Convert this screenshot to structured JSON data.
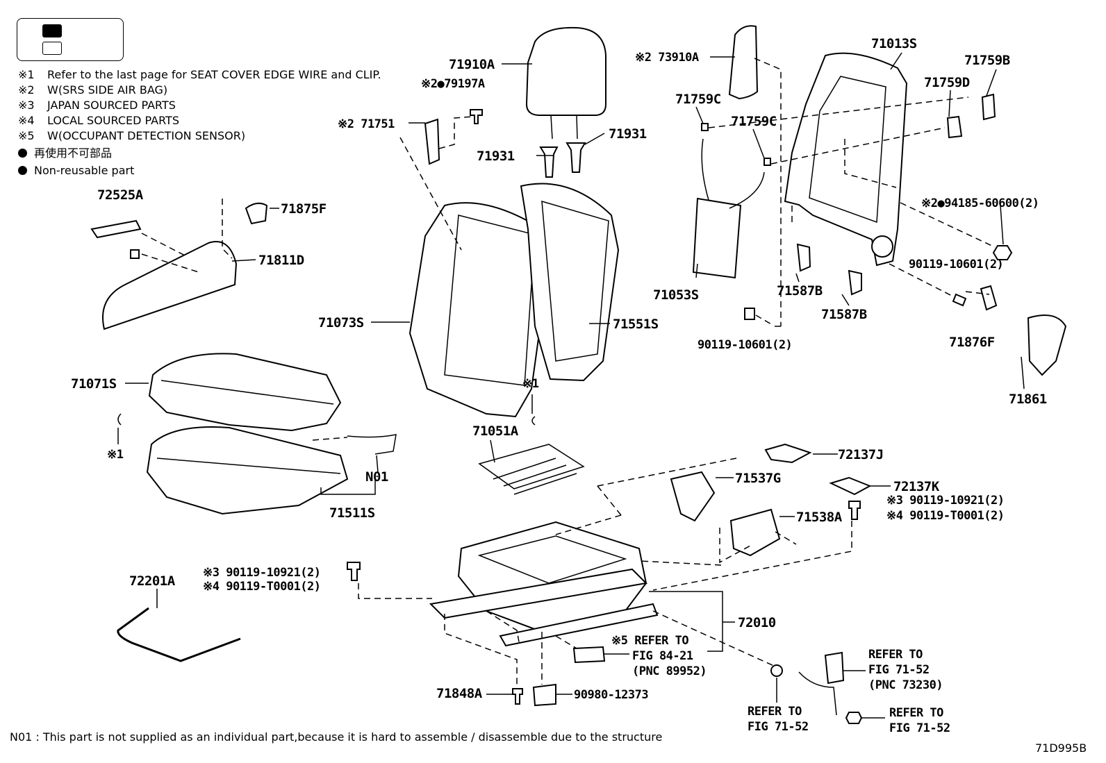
{
  "legend": {
    "notes": [
      {
        "mark": "※1",
        "text": "Refer to the last page for SEAT COVER EDGE WIRE and CLIP."
      },
      {
        "mark": "※2",
        "text": "W(SRS SIDE AIR BAG)"
      },
      {
        "mark": "※3",
        "text": "JAPAN SOURCED PARTS"
      },
      {
        "mark": "※4",
        "text": "LOCAL SOURCED PARTS"
      },
      {
        "mark": "※5",
        "text": "W(OCCUPANT DETECTION SENSOR)"
      }
    ],
    "nonreusable_jp": "再使用不可部品",
    "nonreusable_en": "Non-reusable part"
  },
  "labels": {
    "p71910A": "71910A",
    "p79197A": "※2●79197A",
    "p71751": "※2 71751",
    "p71931a": "71931",
    "p71931b": "71931",
    "p73910A": "※2 73910A",
    "p71013S": "71013S",
    "p71759B": "71759B",
    "p71759D": "71759D",
    "p71759C1": "71759C",
    "p71759C2": "71759C",
    "p72525A": "72525A",
    "p71875F": "71875F",
    "p71811D": "71811D",
    "p94185": "※2●94185-60600(2)",
    "p90119_10601a": "90119-10601(2)",
    "p71053S": "71053S",
    "p71587B1": "71587B",
    "p71587B2": "71587B",
    "p90119_10601b": "90119-10601(2)",
    "p71073S": "71073S",
    "p71551S": "71551S",
    "p71876F": "71876F",
    "p71861": "71861",
    "p71071S": "71071S",
    "p_note1a": "※1",
    "p71051A": "71051A",
    "p_note1b": "※1",
    "pN01": "N01",
    "p71511S": "71511S",
    "p72137J": "72137J",
    "p71537G": "71537G",
    "p72137K": "72137K",
    "p90119_10921a": "※3 90119-10921(2)",
    "p90119_T0001a": "※4 90119-T0001(2)",
    "p71538A": "71538A",
    "p72201A": "72201A",
    "p90119_10921b": "※3 90119-10921(2)",
    "p90119_T0001b": "※4 90119-T0001(2)",
    "p72010": "72010",
    "p_ref84_1": "※5 REFER TO",
    "p_ref84_2": "FIG 84-21",
    "p_ref84_3": "(PNC 89952)",
    "p_ref7152a_1": "REFER TO",
    "p_ref7152a_2": "FIG 71-52",
    "p_ref7152a_3": "(PNC 73230)",
    "p71848A": "71848A",
    "p90980": "90980-12373",
    "p_ref7152b_1": "REFER TO",
    "p_ref7152b_2": "FIG 71-52",
    "p_ref7152c_1": "REFER TO",
    "p_ref7152c_2": "FIG 71-52"
  },
  "footer": "N01 : This part is not supplied as an individual part,because it is hard to assemble / disassemble due to the structure",
  "figure_code": "71D995B"
}
